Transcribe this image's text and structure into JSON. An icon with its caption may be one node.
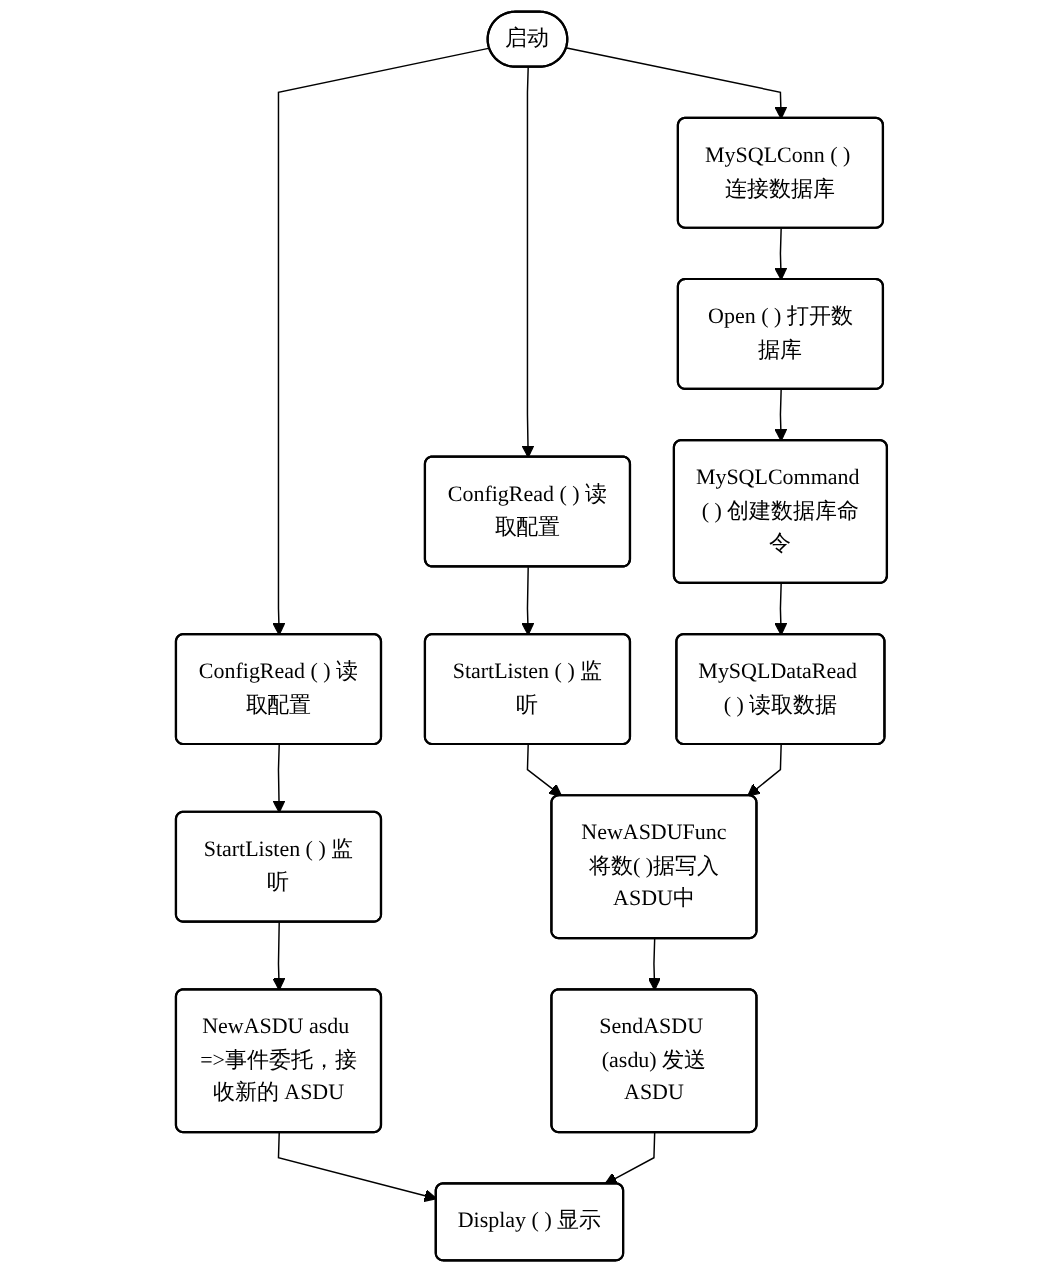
{
  "diagram": {
    "nodes": [
      {
        "text": [
          "启动"
        ]
      },
      {
        "text": [
          "MySQLConn ( ) 连接数据库"
        ]
      },
      {
        "text": [
          "ConfigRead ( ) 读取配置"
        ]
      },
      {
        "text": [
          "ConfigRead ( ) 读取配置"
        ]
      },
      {
        "text": [
          "Open ( ) 打开数据库"
        ]
      },
      {
        "text": [
          "StartListen ( ) 监听"
        ]
      },
      {
        "text": [
          "StartListen ( ) 监听"
        ]
      },
      {
        "text": [
          "MySQLCommand ( ) 创建数据库命令"
        ]
      },
      {
        "text": [
          "NewASDUFunc将数( )据写入ASDU中"
        ]
      },
      {
        "text": [
          "NewASDU asdu =>事件委托，接收新的 ASDU"
        ]
      },
      {
        "text": [
          "MySQLDataRead ( ) 读取数据"
        ]
      },
      {
        "text": [
          "SendASDU (asdu) 发送ASDU"
        ]
      },
      {
        "text": [
          "Display ( ) 显示"
        ]
      }
    ],
    "edges": [
      {
        "from": 0,
        "to": 1,
        "arrow": "to"
      },
      {
        "from": 0,
        "to": 2,
        "arrow": "to"
      },
      {
        "from": 0,
        "to": 3,
        "arrow": "to"
      },
      {
        "from": 1,
        "to": 4,
        "arrow": "to"
      },
      {
        "from": 2,
        "to": 5,
        "arrow": "to"
      },
      {
        "from": 3,
        "to": 6,
        "arrow": "to"
      },
      {
        "from": 4,
        "to": 7,
        "arrow": "to"
      },
      {
        "from": 5,
        "to": 8,
        "arrow": "to"
      },
      {
        "from": 6,
        "to": 9,
        "arrow": "to"
      },
      {
        "from": 7,
        "to": 10,
        "arrow": "to"
      },
      {
        "from": 10,
        "to": 8,
        "arrow": "to"
      },
      {
        "from": 8,
        "to": 11,
        "arrow": "to"
      },
      {
        "from": 9,
        "to": 12,
        "arrow": "to"
      },
      {
        "from": 11,
        "to": 12,
        "arrow": "to"
      }
    ]
  }
}
